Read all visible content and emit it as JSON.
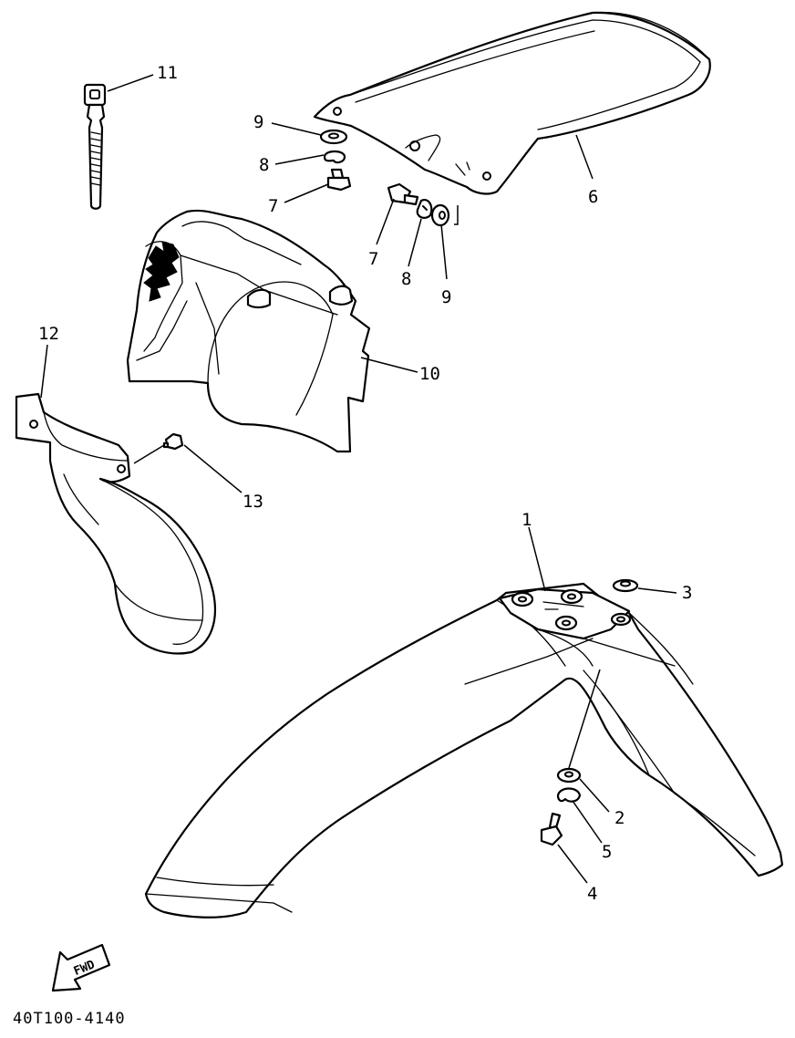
{
  "diagram": {
    "drawing_code": "40T100-4140",
    "fwd_label": "FWD",
    "callouts": {
      "c1": "1",
      "c2": "2",
      "c3": "3",
      "c4": "4",
      "c5": "5",
      "c6": "6",
      "c7a": "7",
      "c7b": "7",
      "c8a": "8",
      "c8b": "8",
      "c9a": "9",
      "c9b": "9",
      "c10": "10",
      "c11": "11",
      "c12": "12",
      "c13": "13"
    }
  }
}
